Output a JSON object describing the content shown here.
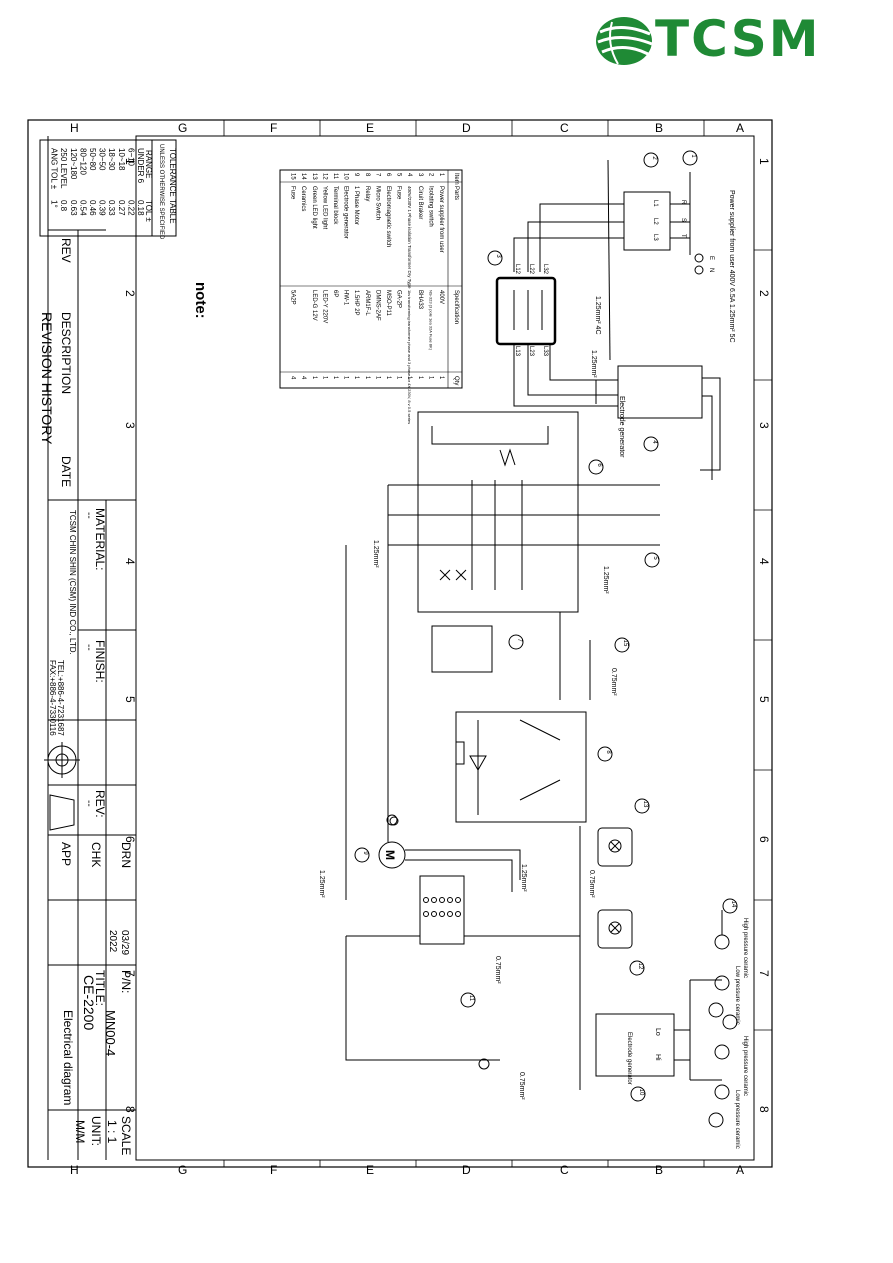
{
  "brand": {
    "logo_text": "TCSM",
    "logo_color": "#1f8a35"
  },
  "title_block": {
    "title_label": "TITLE:",
    "title": "CE-2200",
    "subtitle": "Electrical diagram",
    "pn_label": "P/N:",
    "pn": "MN00-4",
    "scale_label": "SCALE",
    "scale": "1 : 1",
    "unit_label": "UNIT:",
    "unit": "M/M",
    "drn": "DRN",
    "chk": "CHK",
    "app": "APP",
    "date_value": "03/29",
    "year_value": "2022",
    "rev_label": "REV:",
    "rev_value": "--",
    "material_label": "MATERIAL:",
    "material_value": "--",
    "finish_label": "FINISH:",
    "finish_value": "--",
    "company": "TCSM CHIN SHIN (CSM) IND CO., LTD.",
    "tel": "TEL:+886-4-7231687",
    "fax": "FAX:+886-4-7330116",
    "revision_history": "REVISION HISTORY",
    "rev_col": "REV",
    "desc_col": "DESCRIPTION",
    "date_col": "DATE"
  },
  "tolerance": {
    "heading": "TOLERANCE TABLE",
    "note": "UNLESS OTHERWISE SPECIFIED",
    "cols": [
      "RANGE",
      "TOL ±"
    ],
    "rows": [
      [
        "UNDER 6",
        "0.18"
      ],
      [
        "6~10",
        "0.22"
      ],
      [
        "10~18",
        "0.27"
      ],
      [
        "18~30",
        "0.33"
      ],
      [
        "30~50",
        "0.39"
      ],
      [
        "50~80",
        "0.46"
      ],
      [
        "80~120",
        "0.54"
      ],
      [
        "120~180",
        "0.63"
      ],
      [
        "250 LEVEL",
        "0.8"
      ],
      [
        "ANG TOL ±",
        "1°"
      ]
    ]
  },
  "border_letters": [
    "A",
    "B",
    "C",
    "D",
    "E",
    "F",
    "G",
    "H"
  ],
  "border_numbers": [
    "1",
    "2",
    "3",
    "4",
    "5",
    "6",
    "7",
    "8"
  ],
  "parts_table": {
    "headers": [
      "Item",
      "Parts",
      "Specification",
      "Qty"
    ],
    "rows": [
      [
        "1",
        "Power supplier from user",
        "400V",
        "1"
      ],
      [
        "2",
        "Isolating switch",
        "NS-323 (3 pole 1ea 32A Fuse 8K)",
        "1"
      ],
      [
        "3",
        "Ciruit Braker",
        "BHA33",
        "1"
      ],
      [
        "4",
        "400V/230V 1 Phase isolation Transformer Dry Type",
        "1kv transforming transformer phase and 3 phase for 4X 230V, 8 v 0.5 series",
        "1"
      ],
      [
        "5",
        "Fuse",
        "GA-2P",
        "1"
      ],
      [
        "6",
        "Electromagnetic switch",
        "MSO-P11",
        "1"
      ],
      [
        "7",
        "Micro Switch",
        "DMNS-2AF",
        "1"
      ],
      [
        "8",
        "Relay",
        "ARM1F-L",
        "1"
      ],
      [
        "9",
        "1 Phase Motor",
        "1.5HP 2P",
        "1"
      ],
      [
        "10",
        "Electrode generator",
        "HW-1",
        "1"
      ],
      [
        "11",
        "Terminal block",
        "6P",
        "1"
      ],
      [
        "12",
        "Yellow LED light",
        "LED-Y 220V",
        "1"
      ],
      [
        "13",
        "Green LED light",
        "LED-G 12V",
        "1"
      ],
      [
        "14",
        "Ceramics",
        "",
        "4"
      ],
      [
        "15",
        "Fuse",
        "5A2P",
        "4"
      ]
    ]
  },
  "note_label": "note:",
  "diagram": {
    "supply_label": "Power supplier from user 400V 6.5A 1.25mm² 5C",
    "supply_terminals": [
      "R",
      "S",
      "T",
      "E",
      "N"
    ],
    "isolator_terminals": [
      "L1",
      "L2",
      "L3"
    ],
    "breaker_in": [
      "L12",
      "L22",
      "L32"
    ],
    "breaker_out": [
      "L13",
      "L23",
      "L33"
    ],
    "wire_4c": "1.25mm² 4C",
    "wire_125": "1.25mm²",
    "wire_075": "0.75mm²",
    "electrode_gen_label": "Electrode generator",
    "ceramic_high": "High pressure ceramic",
    "ceramic_low": "Low pressure ceramic",
    "lo": "Lo",
    "hi": "Hi",
    "motor": "M",
    "callouts": [
      "1",
      "2",
      "3",
      "4",
      "5",
      "6",
      "7",
      "8",
      "9",
      "10",
      "11",
      "12",
      "13",
      "14",
      "15"
    ]
  }
}
